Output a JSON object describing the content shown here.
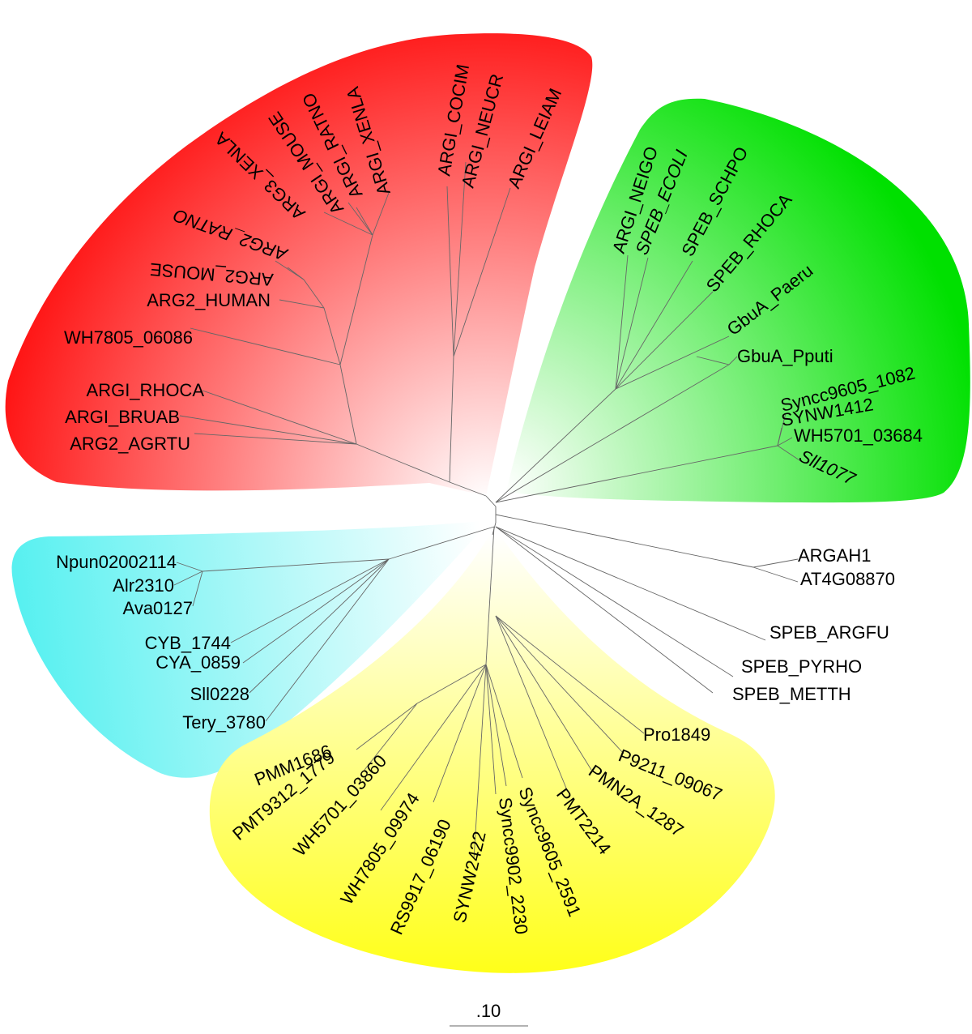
{
  "clades": {
    "red": {
      "color": "#ff2020",
      "leaves": [
        "ARGI_LEIAM",
        "ARGI_NEUCR",
        "ARGI_COCIM",
        "ARGI_XENLA",
        "ARGI_RATNO",
        "ARGI_MOUSE",
        "ARG3_XENLA",
        "ARG2_RATNO",
        "ARG2_MOUSE",
        "ARG2_HUMAN",
        "WH7805_06086",
        "ARGI_RHOCA",
        "ARGI_BRUAB",
        "ARG2_AGRTU"
      ]
    },
    "green": {
      "color": "#22e622",
      "leaves": [
        "ARGI_NEIGO",
        "SPEB_ECOLI",
        "SPEB_SCHPO",
        "SPEB_RHOCA",
        "GbuA_Paeru",
        "GbuA_Pputi",
        "Syncc9605_1082",
        "SYNW1412",
        "WH5701_03684",
        "Sll1077"
      ]
    },
    "cyan": {
      "color": "#55f0f0",
      "leaves": [
        "Npun02002114",
        "Alr2310",
        "Ava0127",
        "CYB_1744",
        "CYA_0859",
        "Sll0228",
        "Tery_3780"
      ]
    },
    "yellow": {
      "color": "#ffff00",
      "leaves": [
        "PMM1686",
        "PMT9312_1779",
        "WH5701_03860",
        "WH7805_09974",
        "RS9917_06190",
        "SYNW2422",
        "Syncc9902_2230",
        "Syncc9605_2591",
        "PMT2214",
        "PMN2A_1287",
        "P9211_09067",
        "Pro1849"
      ]
    },
    "unshaded": {
      "leaves": [
        "ARGAH1",
        "AT4G08870",
        "SPEB_ARGFU",
        "SPEB_PYRHO",
        "SPEB_METTH"
      ]
    }
  },
  "scale_bar": {
    "label": ".10"
  }
}
